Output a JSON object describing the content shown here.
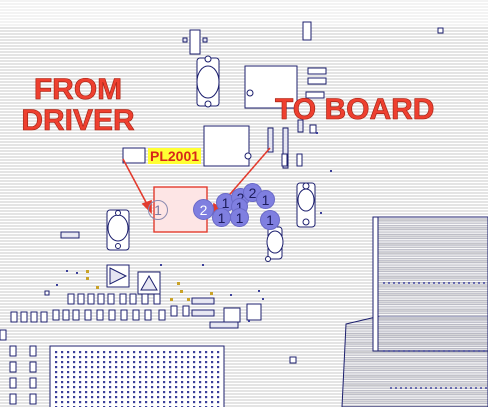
{
  "annotations": {
    "from_label_line1": "FROM",
    "from_label_line2": "DRIVER",
    "to_label": "TO BOARD",
    "part_label": "PL2001"
  },
  "pin_markers": [
    {
      "text": "1",
      "style": "ghost"
    },
    {
      "text": "2",
      "style": "solid-white"
    },
    {
      "text": "1",
      "style": "solid"
    },
    {
      "text": "2",
      "style": "solid"
    },
    {
      "text": "2",
      "style": "solid"
    },
    {
      "text": "1",
      "style": "solid"
    },
    {
      "text": "1",
      "style": "solid"
    },
    {
      "text": "1",
      "style": "solid"
    },
    {
      "text": "1",
      "style": "solid"
    },
    {
      "text": "1",
      "style": "solid"
    }
  ],
  "colors": {
    "background": "#ffffff",
    "trace_lines": "#c9c9c9",
    "component_outline": "#1c1f6e",
    "pad_fill": "#e6e6f2",
    "highlight_box": "#e23b2e",
    "highlight_fill": "#fde5e5",
    "arrow": "#e23b2e",
    "callout_text": "#ee3f2f",
    "label_background": "#ffff33",
    "pin_marker": "#7f7fe0"
  }
}
